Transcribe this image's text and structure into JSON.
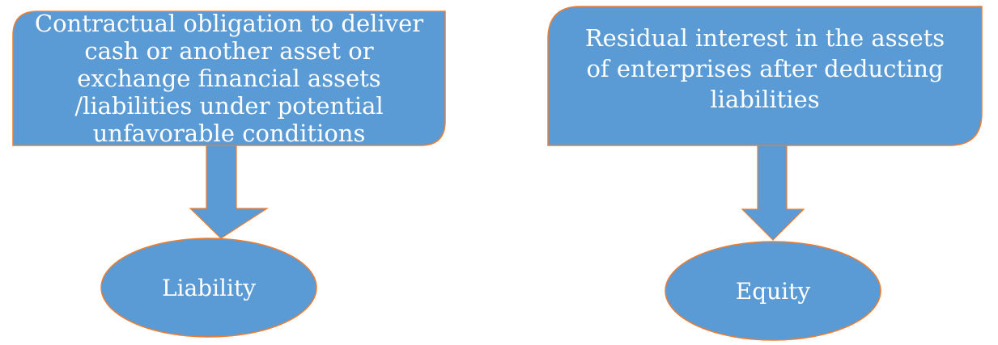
{
  "diagram": {
    "left_box": {
      "text": "Contractual obligation to deliver cash or another asset or exchange financial assets /liabilities under potential unfavorable conditions"
    },
    "right_box": {
      "text": "Residual interest in the assets of enterprises after deducting liabilities"
    },
    "left_node": {
      "label": "Liability"
    },
    "right_node": {
      "label": "Equity"
    },
    "colors": {
      "fill": "#5b9bd5",
      "stroke": "#ed7d31",
      "text": "#ffffff"
    }
  }
}
